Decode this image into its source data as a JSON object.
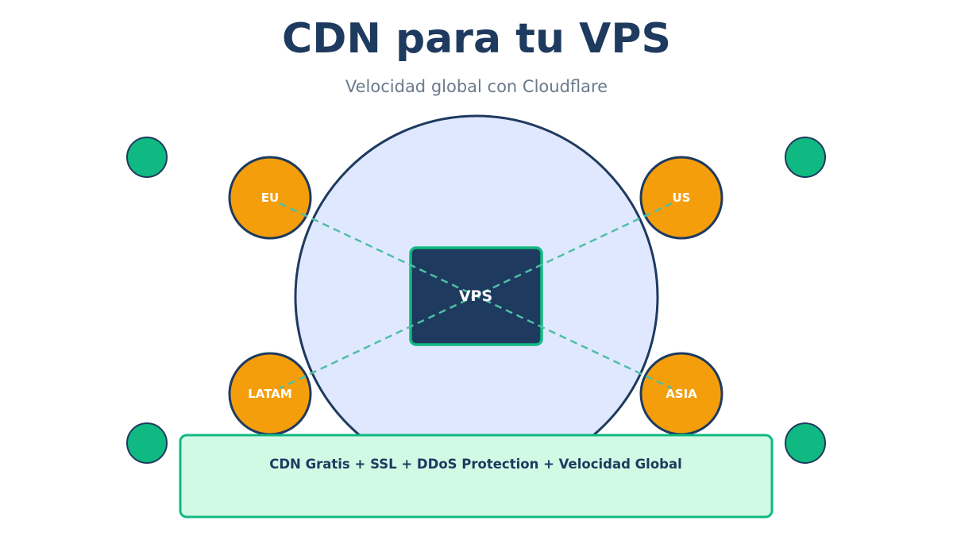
{
  "title": "CDN para tu VPS",
  "subtitle": "Velocidad global con Cloudflare",
  "server": {
    "label": "VPS"
  },
  "regions": {
    "eu": "EU",
    "us": "US",
    "latam": "LATAM",
    "asia": "ASIA"
  },
  "banner": {
    "text": "CDN Gratis + SSL + DDoS Protection + Velocidad Global"
  },
  "colors": {
    "navy": "#1e3a5f",
    "title_text": "#1e3a5f",
    "subtitle_text": "#6b7a8c",
    "globe_fill": "#e0e8ff",
    "region_fill": "#f59e0b",
    "accent_green": "#10b981",
    "banner_fill": "#d1fae5",
    "link_line": "#4fbfa5",
    "white": "#ffffff"
  }
}
